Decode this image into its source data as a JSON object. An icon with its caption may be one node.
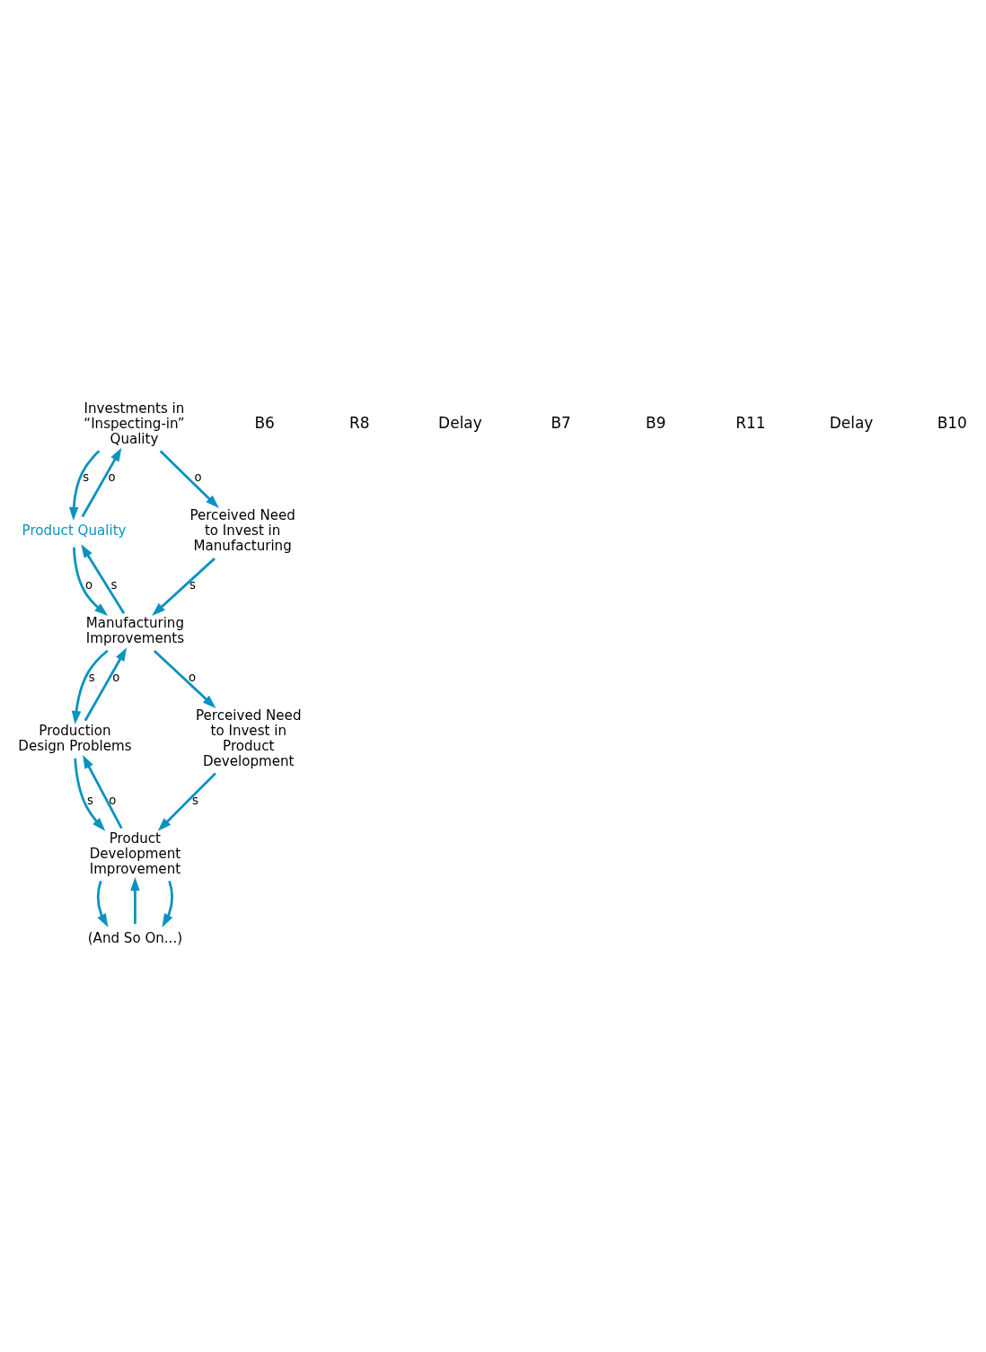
{
  "diagram": {
    "nodes": [
      {
        "text": [
          "Investments in “Inspecting-in” Quality"
        ]
      },
      {
        "text": [
          "Product Quality"
        ]
      },
      {
        "text": [
          "Perceived Need to Invest in Manufacturing"
        ]
      },
      {
        "text": [
          "Manufacturing Improvements"
        ]
      },
      {
        "text": [
          "Production Design Problems"
        ]
      },
      {
        "text": [
          "Perceived Need to Invest in Product Development"
        ]
      },
      {
        "text": [
          "Product Development Improvement"
        ]
      },
      {
        "text": [
          "(And So On...)"
        ]
      }
    ],
    "edges": [
      {
        "from": 1,
        "to": 0,
        "arrow": "to",
        "label": "o"
      },
      {
        "from": 0,
        "to": 1,
        "arrow": "to",
        "label": "s"
      },
      {
        "from": 0,
        "to": 2,
        "arrow": "to",
        "label": "o"
      },
      {
        "from": 3,
        "to": 1,
        "arrow": "to",
        "label": "s"
      },
      {
        "from": 1,
        "to": 3,
        "arrow": "to",
        "label": "o"
      },
      {
        "from": 2,
        "to": 3,
        "arrow": "to",
        "label": "s"
      },
      {
        "from": 4,
        "to": 3,
        "arrow": "to",
        "label": "o"
      },
      {
        "from": 3,
        "to": 4,
        "arrow": "to",
        "label": "s"
      },
      {
        "from": 3,
        "to": 5,
        "arrow": "to",
        "label": "o"
      },
      {
        "from": 6,
        "to": 4,
        "arrow": "to",
        "label": "o"
      },
      {
        "from": 4,
        "to": 6,
        "arrow": "to",
        "label": "s"
      },
      {
        "from": 5,
        "to": 6,
        "arrow": "to",
        "label": "s"
      },
      {
        "from": 7,
        "to": 6,
        "arrow": "to"
      },
      {
        "from": 6,
        "to": 7,
        "arrow": "to"
      },
      {
        "from": 6,
        "to": 7,
        "arrow": "to"
      }
    ],
    "labels": [
      "B6",
      "R8",
      "Delay",
      "B7",
      "B9",
      "R11",
      "Delay",
      "B10"
    ]
  }
}
